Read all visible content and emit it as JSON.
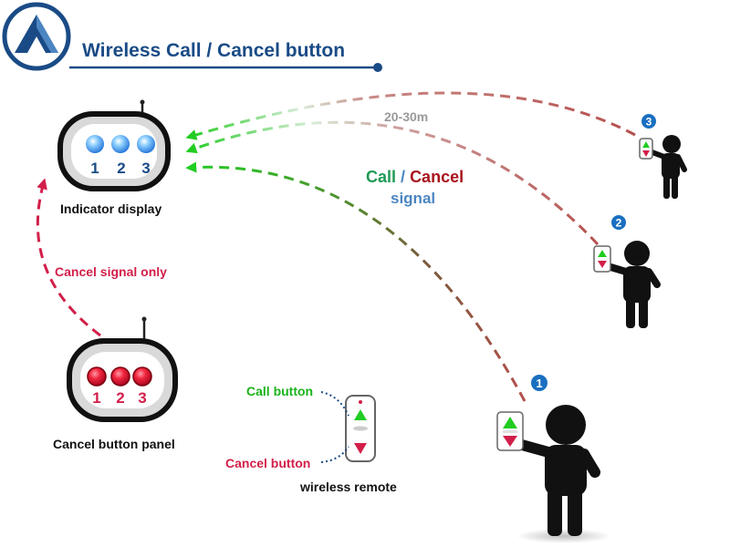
{
  "title": "Wireless Call / Cancel button",
  "distance": "20-30m",
  "signal": {
    "call": "Call",
    "slash": "/",
    "cancel": "Cancel",
    "signal": "signal"
  },
  "indicator": {
    "label": "Indicator display",
    "numbers": [
      "1",
      "2",
      "3"
    ]
  },
  "cancel_panel": {
    "label": "Cancel button panel",
    "numbers": [
      "1",
      "2",
      "3"
    ]
  },
  "cancel_only": "Cancel signal only",
  "remote": {
    "call_label": "Call button",
    "cancel_label": "Cancel button",
    "label": "wireless remote"
  },
  "person_badges": [
    "1",
    "2",
    "3"
  ],
  "colors": {
    "brand_blue": "#1a4b86",
    "call_green": "#1bb31b",
    "cancel_red": "#d21f4a",
    "indicator_led": "#2e86e8",
    "panel_led": "#e0102a"
  },
  "icons": [
    "company-logo-icon",
    "person-icon",
    "remote-icon",
    "antenna-icon"
  ]
}
